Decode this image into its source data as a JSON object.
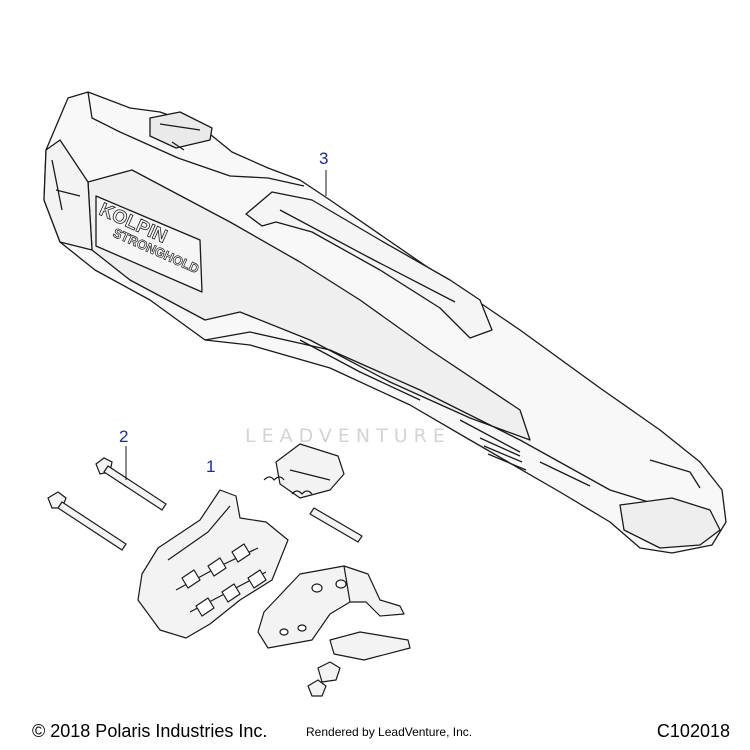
{
  "callouts": [
    {
      "label": "3"
    },
    {
      "label": "2"
    },
    {
      "label": "1"
    }
  ],
  "brand": {
    "line1": "KOLPIN",
    "line2": "STRONGHOLD"
  },
  "watermark": "LEADVENTURE",
  "footer": {
    "copyright": "© 2018 Polaris Industries Inc.",
    "rendered_by": "Rendered by LeadVenture, Inc.",
    "figure_code": "C102018"
  },
  "colors": {
    "line": "#1a1a1a",
    "callout": "#1a2a9a",
    "shade": "#f1f1f1"
  }
}
